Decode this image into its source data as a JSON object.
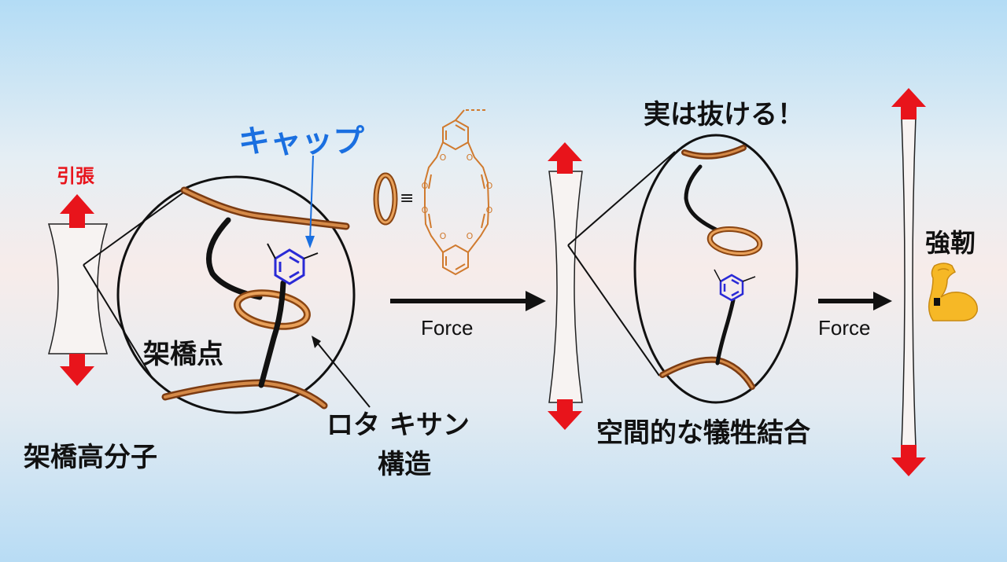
{
  "labels": {
    "stretch": "引張",
    "cap": "キャップ",
    "crosslink_point": "架橋点",
    "rotaxane_line1": "ロタ キサン",
    "rotaxane_line2": "構造",
    "crosslinked_polymer": "架橋高分子",
    "force_1": "Force",
    "force_2": "Force",
    "actually_slips": "実は抜ける！",
    "sacrificial_bond": "空間的な犠牲結合",
    "tough": "強靭",
    "equiv": "≡"
  },
  "icons": {
    "muscle": "flexed-biceps-icon",
    "oxygen_atom": "O"
  },
  "colors": {
    "arrow_red": "#e8141b",
    "cap_blue": "#1a6fe0",
    "molecule_blue": "#2a2ad6",
    "ring_orange": "#d98a3c",
    "polymer_brown": "#b0602a",
    "chain_black": "#111111"
  }
}
